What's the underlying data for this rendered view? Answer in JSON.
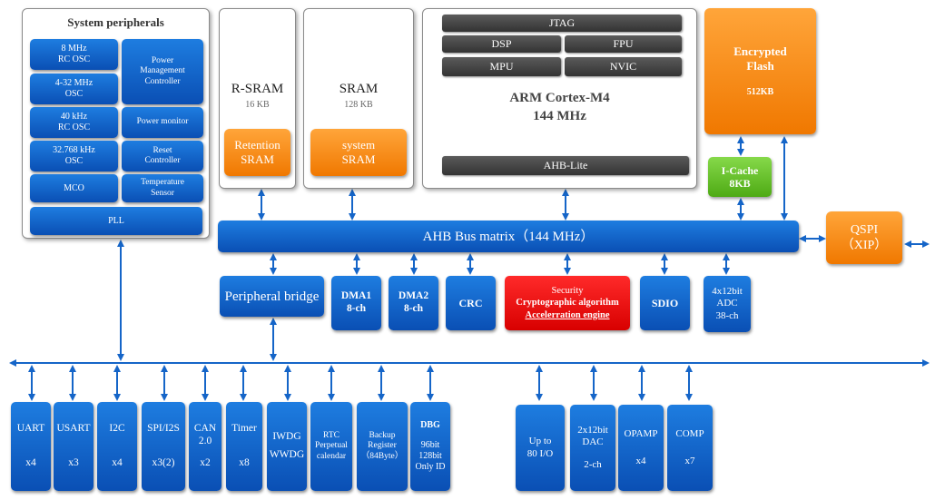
{
  "colors": {
    "blue": "#0b5dc8",
    "orange": "#f58a0f",
    "green": "#68c624",
    "red": "#e60000",
    "grey": "#4a4a4a",
    "line": "#1565c8"
  },
  "system_peripherals": {
    "title": "System peripherals",
    "osc_8mhz": [
      "8 MHz",
      "RC OSC"
    ],
    "osc_4_32": [
      "4-32 MHz",
      "OSC"
    ],
    "osc_40k": [
      "40 kHz",
      "RC OSC"
    ],
    "osc_32k": [
      "32.768 kHz",
      "OSC"
    ],
    "mco": "MCO",
    "pmc": [
      "Power",
      "Management",
      "Controller"
    ],
    "power_monitor": "Power monitor",
    "reset": [
      "Reset",
      "Controller"
    ],
    "temp": [
      "Temperature",
      "Sensor"
    ],
    "pll": "PLL"
  },
  "r_sram": {
    "title": "R-SRAM",
    "size": "16 KB",
    "block": [
      "Retention",
      "SRAM"
    ]
  },
  "sram": {
    "title": "SRAM",
    "size": "128 KB",
    "block": [
      "system",
      "SRAM"
    ]
  },
  "cpu": {
    "jtag": "JTAG",
    "dsp": "DSP",
    "fpu": "FPU",
    "mpu": "MPU",
    "nvic": "NVIC",
    "name": "ARM Cortex-M4",
    "freq": "144 MHz",
    "ahb_lite": "AHB-Lite"
  },
  "flash": {
    "title": [
      "Encrypted",
      "Flash"
    ],
    "size": "512KB"
  },
  "icache": [
    "I-Cache",
    "8KB"
  ],
  "ahb_bus": "AHB Bus matrix（144 MHz）",
  "qspi": [
    "QSPI",
    "（XIP）"
  ],
  "peripheral_bridge": "Peripheral bridge",
  "dma1": [
    "DMA1",
    "8-ch"
  ],
  "dma2": [
    "DMA2",
    "8-ch"
  ],
  "crc": "CRC",
  "security": [
    "Security",
    "Cryptographic algorithm",
    "Accelerration engine"
  ],
  "sdio": "SDIO",
  "adc": [
    "4x12bit",
    "ADC",
    "38-ch"
  ],
  "uart": [
    "UART",
    "x4"
  ],
  "usart": [
    "USART",
    "x3"
  ],
  "i2c": [
    "I2C",
    "x4"
  ],
  "spi": [
    "SPI/I2S",
    "x3(2)"
  ],
  "can": [
    "CAN",
    "2.0",
    "x2"
  ],
  "timer": [
    "Timer",
    "x8"
  ],
  "wdg": [
    "IWDG",
    "WWDG"
  ],
  "rtc": [
    "RTC",
    "Perpetual",
    "calendar"
  ],
  "backup": [
    "Backup",
    "Register",
    "（84Byte）"
  ],
  "dbg": [
    "DBG",
    "96bit",
    "128bit",
    "Only ID"
  ],
  "io": [
    "Up to",
    "80 I/O"
  ],
  "dac": [
    "2x12bit",
    "DAC",
    "2-ch"
  ],
  "opamp": [
    "OPAMP",
    "x4"
  ],
  "comp": [
    "COMP",
    "x7"
  ]
}
